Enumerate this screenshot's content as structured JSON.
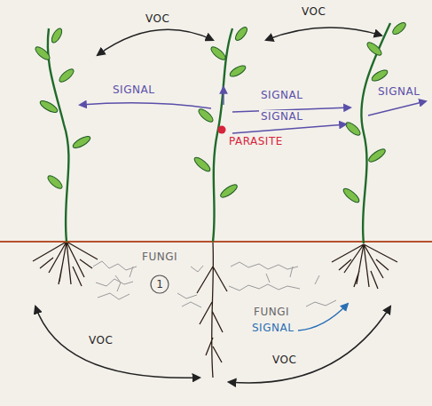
{
  "diagram": {
    "nodes": [
      {
        "text": [
          "1"
        ]
      }
    ],
    "labels": [
      "VOC",
      "VOC",
      "SIGNAL",
      "SIGNAL",
      "SIGNAL",
      "SIGNAL",
      "PARASITE",
      "FUNGI",
      "FUNGI",
      "SIGNAL",
      "VOC",
      "VOC"
    ]
  }
}
